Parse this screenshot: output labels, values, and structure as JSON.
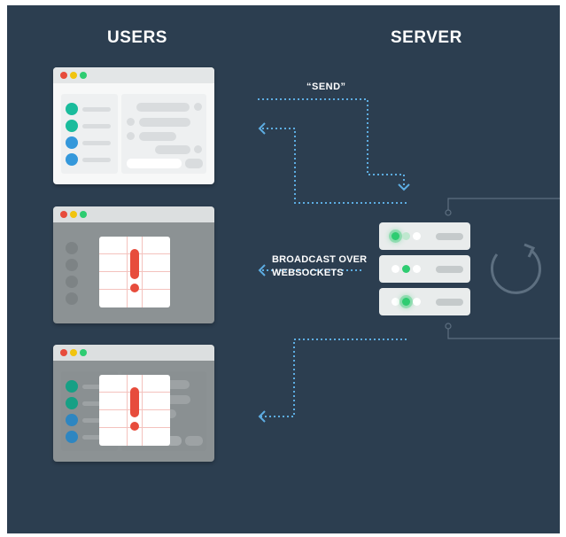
{
  "headings": {
    "users": "USERS",
    "server": "SERVER"
  },
  "labels": {
    "send": "“SEND”",
    "broadcast_line1": "BROADCAST OVER",
    "broadcast_line2": "WEBSOCKETS"
  },
  "colors": {
    "background": "#2c3e50",
    "arrow": "#5dade2",
    "alert": "#e74c3c",
    "online": "#2ecc71",
    "contact_green": "#1abc9c",
    "contact_blue": "#3498db"
  },
  "icons": {
    "window_controls": "traffic-light-dots",
    "contact": "user-icon",
    "alert": "exclamation-icon",
    "server": "server-rack-icon",
    "refresh": "refresh-icon"
  }
}
